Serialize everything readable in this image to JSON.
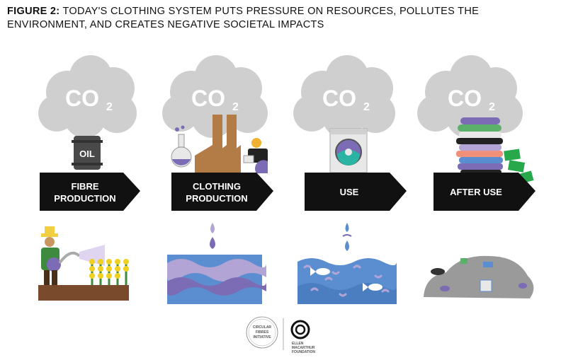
{
  "title": {
    "prefix": "FIGURE 2:",
    "text": "TODAY'S CLOTHING SYSTEM PUTS PRESSURE ON RESOURCES, POLLUTES THE ENVIRONMENT, AND CREATES NEGATIVE SOCIETAL IMPACTS"
  },
  "cloud_label": "CO",
  "cloud_subscript": "2",
  "oil_label": "OIL",
  "stages": [
    {
      "line1": "FIBRE",
      "line2": "PRODUCTION"
    },
    {
      "line1": "CLOTHING",
      "line2": "PRODUCTION"
    },
    {
      "line1": "USE",
      "line2": ""
    },
    {
      "line1": "AFTER USE",
      "line2": ""
    }
  ],
  "logos": {
    "left": [
      "CIRCULAR",
      "FIBRES",
      "INITIATIVE"
    ],
    "right": [
      "ELLEN",
      "MACARTHUR",
      "FOUNDATION"
    ]
  },
  "colors": {
    "cloud": "#cfcfcf",
    "arrow": "#111111",
    "purple": "#7b6cb5",
    "lavender": "#b3a4d6",
    "blue": "#5b8ed0",
    "brown": "#b37b45",
    "soil": "#7a4a2c",
    "green": "#27a84a"
  }
}
